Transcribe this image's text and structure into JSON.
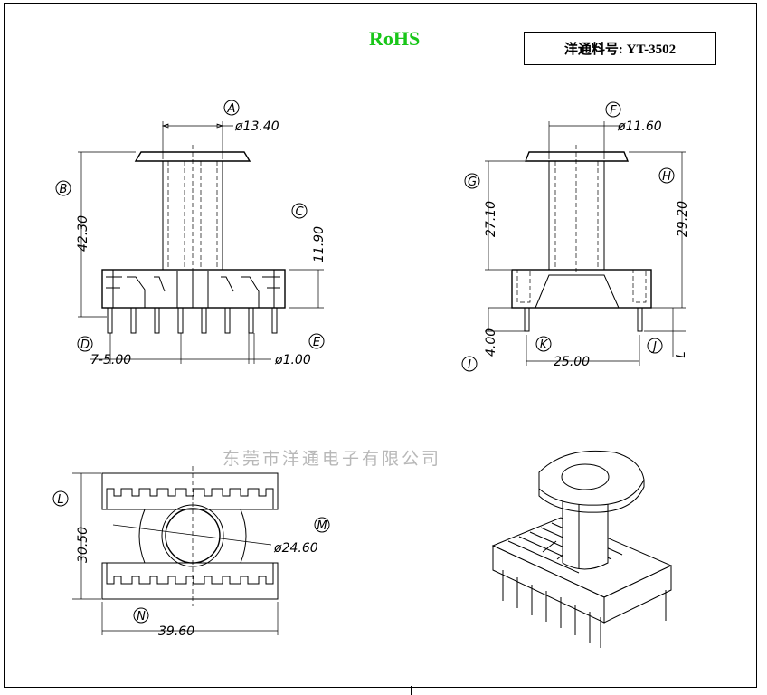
{
  "header": {
    "rohs": "RoHS",
    "part_number_label": "洋通料号: YT-3502"
  },
  "watermark": "东莞市洋通电子有限公司",
  "front_view": {
    "letters": {
      "A": "A",
      "B": "B",
      "C": "C",
      "D": "D",
      "E": "E"
    },
    "dims": {
      "A": "ø13.40",
      "B": "42.30",
      "C": "11.90",
      "D": "7-5.00",
      "E": "ø1.00"
    }
  },
  "side_view": {
    "letters": {
      "F": "F",
      "G": "G",
      "H": "H",
      "I": "I",
      "J": "J",
      "K": "K",
      "L": "L"
    },
    "dims": {
      "F": "ø11.60",
      "G": "27.10",
      "H": "29.20",
      "I": "4.00",
      "K": "25.00"
    }
  },
  "top_view": {
    "letters": {
      "L": "L",
      "M": "M",
      "N": "N"
    },
    "dims": {
      "L": "30.50",
      "M": "ø24.60",
      "N": "39.60"
    }
  }
}
